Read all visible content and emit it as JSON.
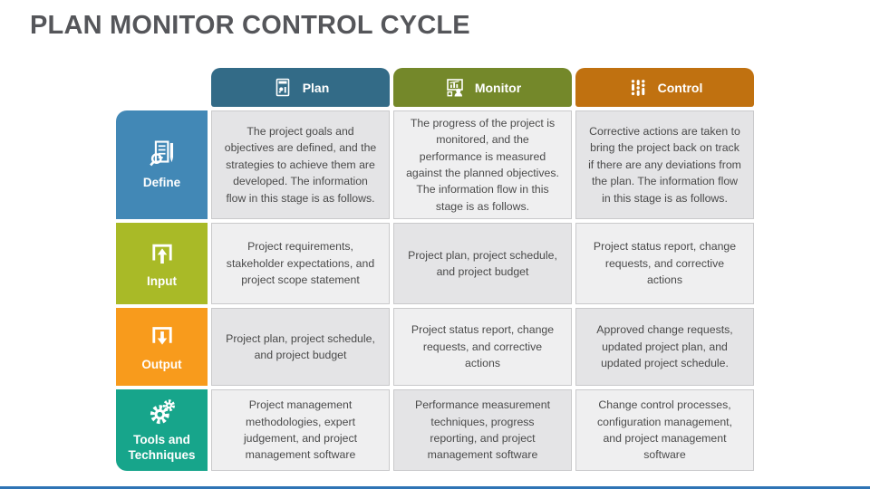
{
  "title": "PLAN MONITOR CONTROL CYCLE",
  "accent_line_color": "#2e74b5",
  "columns": [
    {
      "label": "Plan",
      "color": "#336b87",
      "icon": "plan-document-chart-icon"
    },
    {
      "label": "Monitor",
      "color": "#74882a",
      "icon": "monitor-person-chart-icon"
    },
    {
      "label": "Control",
      "color": "#c07110",
      "icon": "sliders-dots-icon"
    }
  ],
  "rows": [
    {
      "label": "Define",
      "color": "#4288b6",
      "icon": "magnifier-document-pencil-icon"
    },
    {
      "label": "Input",
      "color": "#a9ba27",
      "icon": "arrow-up-bracket-icon"
    },
    {
      "label": "Output",
      "color": "#f89b1c",
      "icon": "arrow-down-bracket-icon"
    },
    {
      "label": "Tools and Techniques",
      "color": "#17a58b",
      "icon": "gears-icon"
    }
  ],
  "cells": [
    [
      "The project goals and objectives are defined, and the strategies to achieve them are developed. The information flow in this stage is as follows.",
      "The progress of the project is monitored, and the performance is measured against the planned objectives. The information flow in this stage is as follows.",
      "Corrective actions are taken to bring the project back on track if there are any deviations from the plan. The information flow in this stage is as follows."
    ],
    [
      "Project requirements, stakeholder expectations, and project scope statement",
      "Project plan, project schedule, and project budget",
      "Project status report, change requests, and corrective actions"
    ],
    [
      "Project plan, project schedule, and project budget",
      "Project status report, change requests, and corrective actions",
      "Approved change requests, updated project plan, and updated project schedule."
    ],
    [
      "Project management methodologies, expert judgement, and project management software",
      "Performance measurement techniques, progress reporting, and project management software",
      "Change control processes, configuration management, and project management software"
    ]
  ]
}
